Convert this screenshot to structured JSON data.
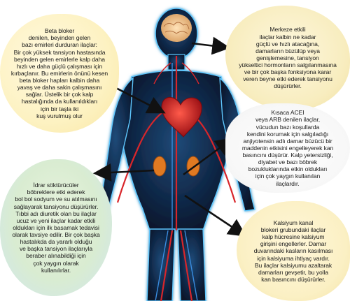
{
  "boxes": {
    "beta_blocker": "Beta bloker\ndenilen, beyinden gelen\nbazı emirleri durduran ilaçlar:\nBir çok yüksek tansiyon hastasında\nbeyinden gelen emirlerle kalp daha\nhızlı ve daha güçlü çalışması için\nkırbaçlanır. Bu emirlerin önünü kesen\nbeta bloker hapları kalbin daha\nyavaş ve daha sakin çalışmasını\nsağlar. Üstelik bir çok kalp\nhastalığında da kullanıldıkları\niçin bir taşla iki\nkuş vurulmuş olur",
    "central": "Merkeze etkili\nilaçlar kalbin ne kadar\ngüçlü ve hızlı atacağına,\ndamarların büzülüp veya\ngenişlemesine, tansiyon\nyükseltici hormonların salgılanmasına\nve bir çok başka fonksiyona karar\nveren beyne etki ederek tansiyonu\ndüşürürler.",
    "acei": "Kısaca ACEI\nveya ARB denilen ilaçlar,\nvücudun bazı koşullarda\nkendini korumak için salgıladığı\nanjiyotensin adlı damar büzücü bir\nmaddenin etkisini engelleyerek kan\nbasıncını düşürür. Kalp yetersizliği,\ndiyabet ve bazı böbrek\nbozukluklarında etkin oldukları\niçin çok yaygın kullanılan\nilaçlardır.",
    "diuretic": "İdrar söktürücüler\nböbreklere etki ederek\nbol bol sodyum ve su atılmasını\nsağlayarak tansiyonu düşürürler.\nTıbbi adı diuretik olan bu ilaçlar\nucuz ve yeni ilaçlar kadar etkili\noldukları için ilk basamak tedavisi\nolarak tavsiye edilir. Bir çok başka\nhastalıkda da yararlı olduğu\nve başka tansiyon ilaçlarıyla\nberaber alınabildiği için\nçok yaygın olarak\nkullanılırlar.",
    "calcium": "Kalsiyum kanal\nblokeri grubundaki ilaçlar\nkalp hücresine kalsiyum\ngirişini engellerler. Damar\nduvarındaki kasların kasılması\niçin kalsiyuma ihtiyaç vardır.\nBu ilaçlar kalsiyumu azaltarak\ndamarları gevşetir, bu yolla\nkan basıncını düşürürler."
  },
  "colors": {
    "body_glow": "#5fc8ff",
    "body_dark": "#0b1830",
    "vessel": "#d8262b",
    "heart": "#c4161c",
    "brain": "#f0c890",
    "kidney": "#e07a22",
    "arrow": "#111111"
  }
}
